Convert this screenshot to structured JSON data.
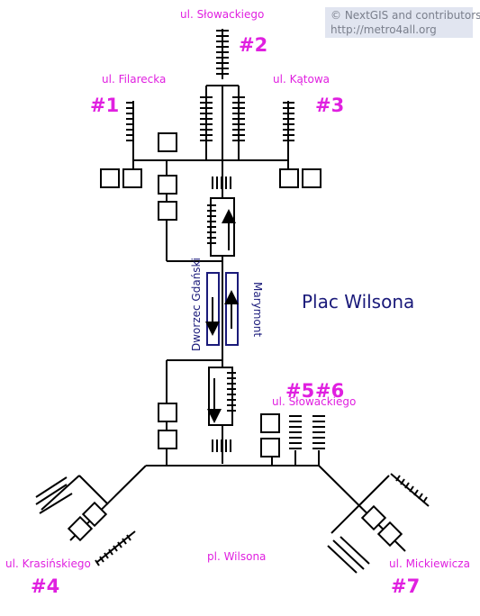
{
  "title": "Plac Wilsona",
  "attribution": {
    "line1": "© NextGIS and contributors",
    "line2": "http://metro4all.org"
  },
  "streets": {
    "filarecka": "ul. Filarecka",
    "slowackiego_top": "ul. Słowackiego",
    "katowa": "ul. Kątowa",
    "slowackiego_mid": "ul. Słowackiego",
    "krasinskiego": "ul. Krasińskiego",
    "pl_wilsona": "pl. Wilsona",
    "mickiewicza": "ul. Mickiewicza"
  },
  "exits": {
    "e1": "#1",
    "e2": "#2",
    "e3": "#3",
    "e4": "#4",
    "e5": "#5",
    "e6": "#6",
    "e7": "#7"
  },
  "directions": {
    "left": "Dworzec Gdański",
    "right": "Marymont"
  },
  "colors": {
    "labels": "#e020e0",
    "title": "#1a1a7a",
    "platform": "#1a1a7a",
    "lines": "#000000"
  }
}
